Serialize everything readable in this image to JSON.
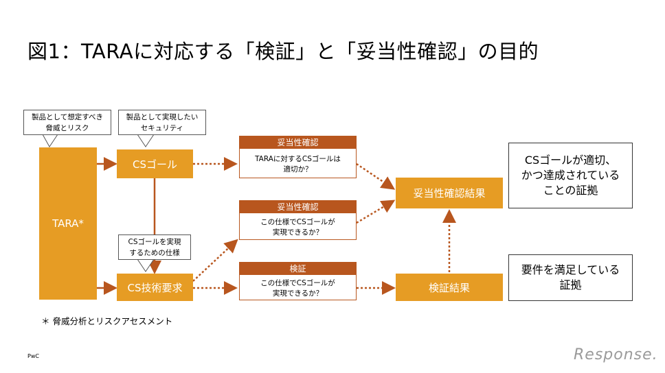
{
  "title": "図1：TARAに対応する「検証」と「妥当性確認」の目的",
  "nodes": {
    "tara": "TARA*",
    "cs_goal": "CSゴール",
    "cs_tech_req": "CS技術要求",
    "validation_result": "妥当性確認結果",
    "verification_result": "検証結果"
  },
  "callouts": {
    "threats": [
      "製品として想定すべき",
      "脅威とリスク"
    ],
    "security": [
      "製品として実現したい",
      "セキュリティ"
    ],
    "spec": [
      "CSゴールを実現",
      "するための仕様"
    ]
  },
  "cards": [
    {
      "header": "妥当性確認",
      "lines": [
        "TARAに対するCSゴールは",
        "適切か？"
      ]
    },
    {
      "header": "妥当性確認",
      "lines": [
        "この仕様でCSゴールが",
        "実現できるか？"
      ]
    },
    {
      "header": "検証",
      "lines": [
        "この仕様でCSゴールが",
        "実現できるか？"
      ]
    }
  ],
  "results": {
    "validation": [
      "CSゴールが適切、",
      "かつ達成されている",
      "ことの証拠"
    ],
    "verification": [
      "要件を満足している",
      "証拠"
    ]
  },
  "footnote": "＊ 脅威分析とリスクアセスメント",
  "footer": {
    "company": "PwC",
    "watermark": "Response."
  },
  "colors": {
    "orange": "#e69c24",
    "dark_orange": "#b8561e"
  }
}
